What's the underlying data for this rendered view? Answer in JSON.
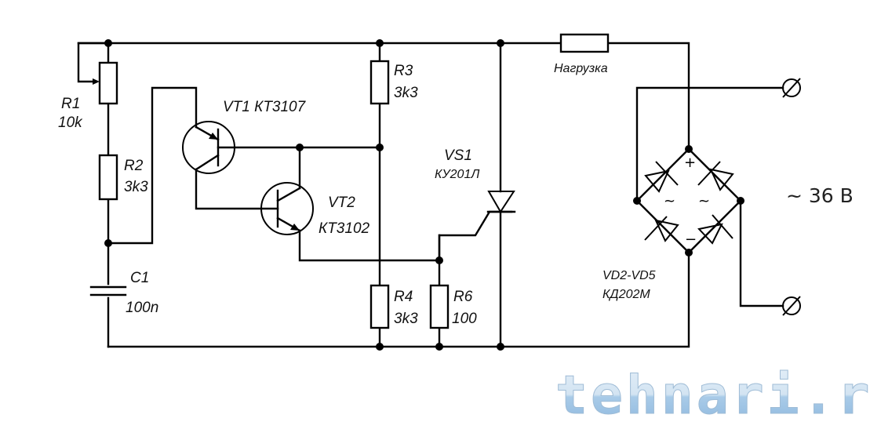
{
  "diagram": {
    "type": "electrical-schematic",
    "subject": "thyristor load control circuit with diode bridge",
    "colors": {
      "line": "#000000",
      "background": "#ffffff",
      "watermark_light": "#dce9f4",
      "watermark_dark": "#8fb8dc"
    },
    "components": {
      "R1": {
        "ref": "R1",
        "value": "10k",
        "kind": "potentiometer"
      },
      "R2": {
        "ref": "R2",
        "value": "3k3",
        "kind": "resistor"
      },
      "R3": {
        "ref": "R3",
        "value": "3k3",
        "kind": "resistor"
      },
      "R4": {
        "ref": "R4",
        "value": "3k3",
        "kind": "resistor"
      },
      "R6": {
        "ref": "R6",
        "value": "100",
        "kind": "resistor"
      },
      "C1": {
        "ref": "C1",
        "value": "100n",
        "kind": "capacitor"
      },
      "VT1": {
        "ref": "VT1",
        "part": "КТ3107",
        "label": "VT1  КТ3107",
        "kind": "pnp-transistor"
      },
      "VT2": {
        "ref": "VT2",
        "part": "КТ3102",
        "kind": "npn-transistor"
      },
      "VS1": {
        "ref": "VS1",
        "part": "КУ201Л",
        "kind": "thyristor"
      },
      "load": {
        "label": "Нагрузка",
        "kind": "load-resistor"
      },
      "bridge": {
        "ref": "VD2-VD5",
        "part": "КД202М",
        "kind": "diode-bridge",
        "plus": "+",
        "minus": "−",
        "ac": "~"
      }
    },
    "supply": {
      "label": "~ 36 В"
    },
    "terminal_symbol": "Ø"
  },
  "watermark": {
    "text": "tehnari.ru"
  }
}
